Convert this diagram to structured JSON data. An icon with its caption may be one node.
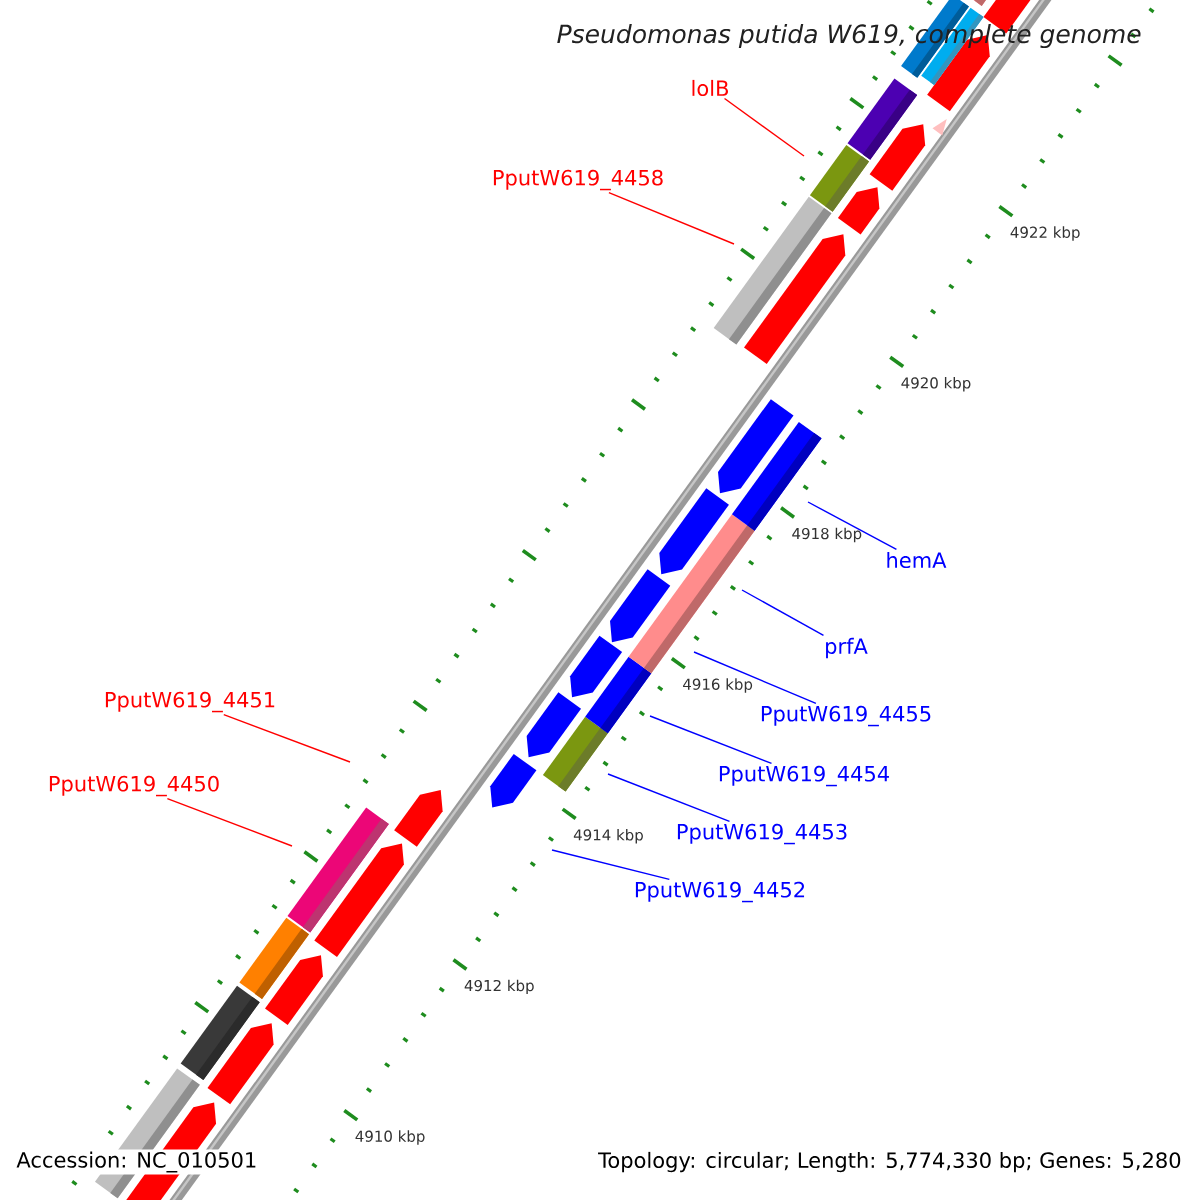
{
  "diagram": {
    "title": "Pseudomonas putida W619, complete genome",
    "nodes": [
      {
        "text": [
          "lolB"
        ]
      },
      {
        "text": [
          "PputW619_4458"
        ]
      },
      {
        "text": [
          "PputW619_4451"
        ]
      },
      {
        "text": [
          "PputW619_4450"
        ]
      },
      {
        "text": [
          "hemA"
        ]
      },
      {
        "text": [
          "prfA"
        ]
      },
      {
        "text": [
          "PputW619_4455"
        ]
      },
      {
        "text": [
          "PputW619_4454"
        ]
      },
      {
        "text": [
          "PputW619_4453"
        ]
      },
      {
        "text": [
          "PputW619_4452"
        ]
      }
    ],
    "edges": [
      {
        "from": 0,
        "to": null,
        "arrow": "none",
        "color": "#ff0000"
      },
      {
        "from": 1,
        "to": null,
        "arrow": "none",
        "color": "#ff0000"
      },
      {
        "from": 2,
        "to": null,
        "arrow": "none",
        "color": "#ff0000"
      },
      {
        "from": 3,
        "to": null,
        "arrow": "none",
        "color": "#ff0000"
      },
      {
        "from": 4,
        "to": null,
        "arrow": "none",
        "color": "#0000ff"
      },
      {
        "from": 5,
        "to": null,
        "arrow": "none",
        "color": "#0000ff"
      },
      {
        "from": 6,
        "to": null,
        "arrow": "none",
        "color": "#0000ff"
      },
      {
        "from": 7,
        "to": null,
        "arrow": "none",
        "color": "#0000ff"
      },
      {
        "from": 8,
        "to": null,
        "arrow": "none",
        "color": "#0000ff"
      },
      {
        "from": 9,
        "to": null,
        "arrow": "none",
        "color": "#0000ff"
      }
    ],
    "labels": [
      "4910 kbp",
      "4912 kbp",
      "4914 kbp",
      "4916 kbp",
      "4918 kbp",
      "4920 kbp",
      "4922 kbp",
      "Accession: NC_010501",
      "Topology: circular; Length: 5,774,330 bp; Genes: 5,280"
    ]
  }
}
